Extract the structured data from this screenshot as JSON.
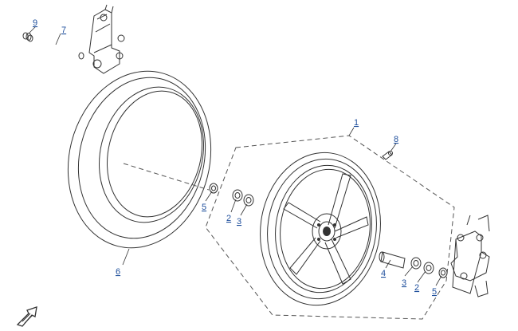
{
  "callouts": {
    "p1": "1",
    "p2a": "2",
    "p2b": "2",
    "p3a": "3",
    "p3b": "3",
    "p4": "4",
    "p5a": "5",
    "p5b": "5",
    "p6": "6",
    "p7": "7",
    "p8": "8",
    "p9": "9"
  },
  "icons": {
    "orientation": "front-direction-arrow-icon"
  },
  "colors": {
    "line": "#333333",
    "callout": "#1f4f9c"
  }
}
